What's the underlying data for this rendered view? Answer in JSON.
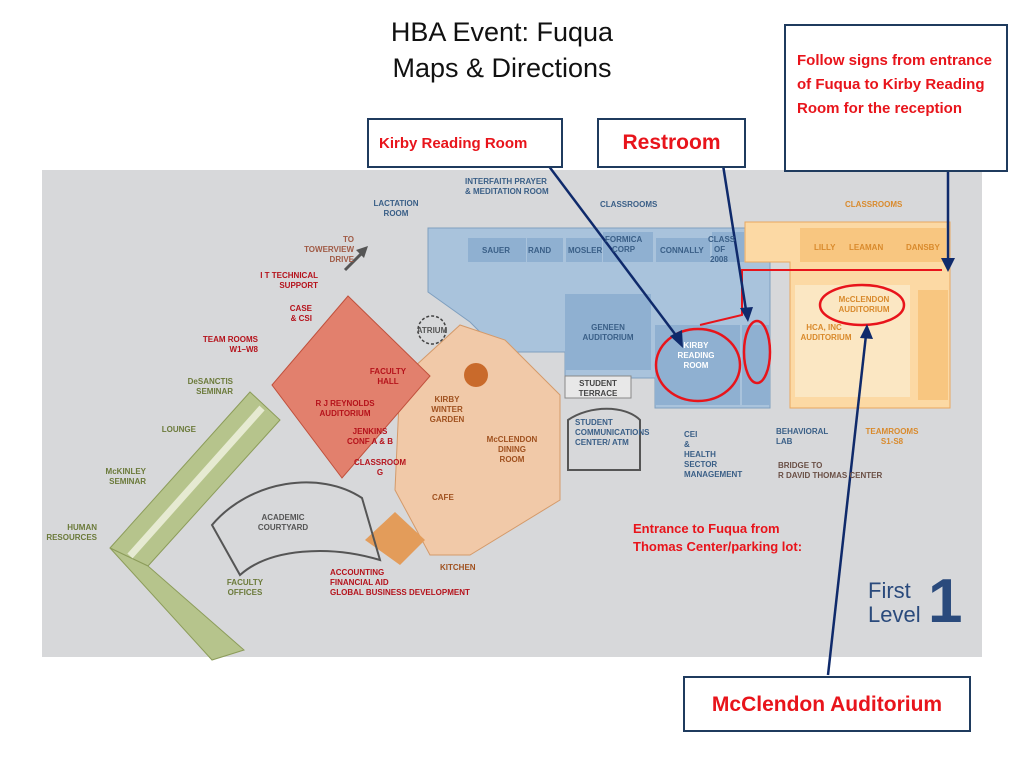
{
  "slide": {
    "title_line1": "HBA Event: Fuqua",
    "title_line2": "Maps & Directions"
  },
  "callouts": {
    "kirby": "Kirby Reading Room",
    "restroom": "Restroom",
    "follow_signs": "Follow signs from entrance of Fuqua to Kirby Reading Room for the reception",
    "entrance_line1": "Entrance to Fuqua from",
    "entrance_line2": "Thomas Center/parking lot:",
    "mcclendon": "McClendon Auditorium"
  },
  "map": {
    "interfaith_1": "INTERFAITH PRAYER",
    "interfaith_2": "& MEDITATION ROOM",
    "lactation_1": "LACTATION",
    "lactation_2": "ROOM",
    "classrooms_1": "CLASSROOMS",
    "classrooms_2": "CLASSROOMS",
    "sauer": "SAUER",
    "rand": "RAND",
    "mosler": "MOSLER",
    "formica_1": "FORMICA",
    "formica_2": "CORP",
    "connally": "CONNALLY",
    "classof_1": "CLASS",
    "classof_2": "OF",
    "classof_3": "2008",
    "lilly": "LILLY",
    "leaman": "LEAMAN",
    "dansby": "DANSBY",
    "towerview_1": "TO",
    "towerview_2": "TOWERVIEW",
    "towerview_3": "DRIVE",
    "it_1": "I T TECHNICAL",
    "it_2": "SUPPORT",
    "case_1": "CASE",
    "case_2": "& CSI",
    "teamrooms_1": "TEAM ROOMS",
    "teamrooms_2": "W1–W8",
    "desanctis_1": "DeSANCTIS",
    "desanctis_2": "SEMINAR",
    "lounge": "LOUNGE",
    "mckinley_1": "McKINLEY",
    "mckinley_2": "SEMINAR",
    "human_1": "HUMAN",
    "human_2": "RESOURCES",
    "faculty_hall_1": "FACULTY",
    "faculty_hall_2": "HALL",
    "atrium": "ATRIUM",
    "rj_1": "R J REYNOLDS",
    "rj_2": "AUDITORIUM",
    "jenkins_1": "JENKINS",
    "jenkins_2": "CONF A & B",
    "classroom_g_1": "CLASSROOM",
    "classroom_g_2": "G",
    "kirby_winter_1": "KIRBY",
    "kirby_winter_2": "WINTER",
    "kirby_winter_3": "GARDEN",
    "mcclendon_dining_1": "McCLENDON",
    "mcclendon_dining_2": "DINING",
    "mcclendon_dining_3": "ROOM",
    "cafe": "CAFE",
    "kitchen": "KITCHEN",
    "academic_1": "ACADEMIC",
    "academic_2": "COURTYARD",
    "faculty_offices_1": "FACULTY",
    "faculty_offices_2": "OFFICES",
    "accounting_1": "ACCOUNTING",
    "accounting_2": "FINANCIAL AID",
    "accounting_3": "GLOBAL BUSINESS DEVELOPMENT",
    "geneen_1": "GENEEN",
    "geneen_2": "AUDITORIUM",
    "student_terrace_1": "STUDENT",
    "student_terrace_2": "TERRACE",
    "comm_1": "STUDENT",
    "comm_2": "COMMUNICATIONS",
    "comm_3": "CENTER/ ATM",
    "kirby_room_1": "KIRBY",
    "kirby_room_2": "READING",
    "kirby_room_3": "ROOM",
    "cei_1": "CEI",
    "cei_2": "&",
    "cei_3": "HEALTH",
    "cei_4": "SECTOR",
    "cei_5": "MANAGEMENT",
    "behavioral_1": "BEHAVIORAL",
    "behavioral_2": "LAB",
    "bridge_1": "BRIDGE TO",
    "bridge_2": "R DAVID THOMAS CENTER",
    "mcclendon_aud_1": "McCLENDON",
    "mcclendon_aud_2": "AUDITORIUM",
    "hca_1": "HCA, INC",
    "hca_2": "AUDITORIUM",
    "teamrooms_s_1": "TEAMROOMS",
    "teamrooms_s_2": "S1-S8",
    "level_word1": "First",
    "level_word2": "Level",
    "level_num": "1"
  },
  "colors": {
    "map_bg": "#d7d8da",
    "blue_wing": "#a9c3dc",
    "orange_wing": "#fcd9a4",
    "red_wing": "#e2806d",
    "green_wing": "#b6c48c",
    "peach_wing": "#f1c9a8",
    "annotation_red": "#e8141b",
    "arrow_navy": "#0f2a6b"
  }
}
